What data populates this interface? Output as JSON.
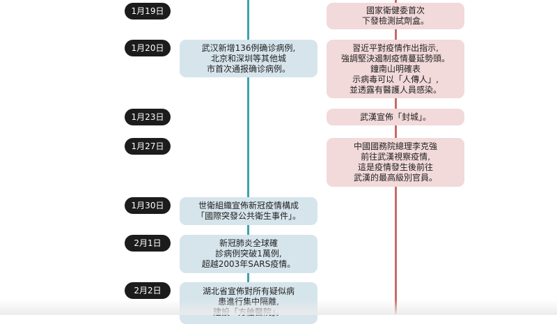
{
  "dates": [
    "1月19日",
    "1月20日",
    "1月23日",
    "1月27日",
    "1月30日",
    "2月1日",
    "2月2日"
  ],
  "left_events": [
    {
      "lines": [
        "武汉新增136例确诊病例,",
        "北京和深圳等其他城",
        "市首次通报确诊病例。"
      ]
    },
    {
      "lines": [
        "世衛組織宣佈新冠疫情構成",
        "「國際突發公共衛生事件」。"
      ]
    },
    {
      "lines": [
        "新冠肺炎全球確",
        "診病例突破1萬例,",
        "超越2003年SARS疫情。"
      ]
    },
    {
      "lines": [
        "湖北省宣佈對所有疑似病",
        "患進行集中隔離,",
        "建設「方艙醫院」。"
      ]
    }
  ],
  "right_events": [
    {
      "lines": [
        "國家衛健委首次",
        "下發檢測試劑盒。"
      ]
    },
    {
      "lines": [
        "習近平對疫情作出指示,",
        "強調堅決遏制疫情蔓延勢頭。",
        "鐘南山明確表",
        "示病毒可以「人傳人」,",
        "並透露有醫護人員感染。"
      ]
    },
    {
      "lines": [
        "武漢宣佈「封城」。"
      ]
    },
    {
      "lines": [
        "中國國務院總理李克強",
        "前往武漢視察疫情,",
        "這是疫情發生後前往",
        "武漢的最高級別官員。"
      ]
    }
  ],
  "colors": {
    "left_axis": "#3ea2ad",
    "right_axis": "#c86a6a",
    "left_card": "#d6e5ec",
    "right_card": "#f2d9da",
    "date_pill": "#1c1c1c"
  }
}
